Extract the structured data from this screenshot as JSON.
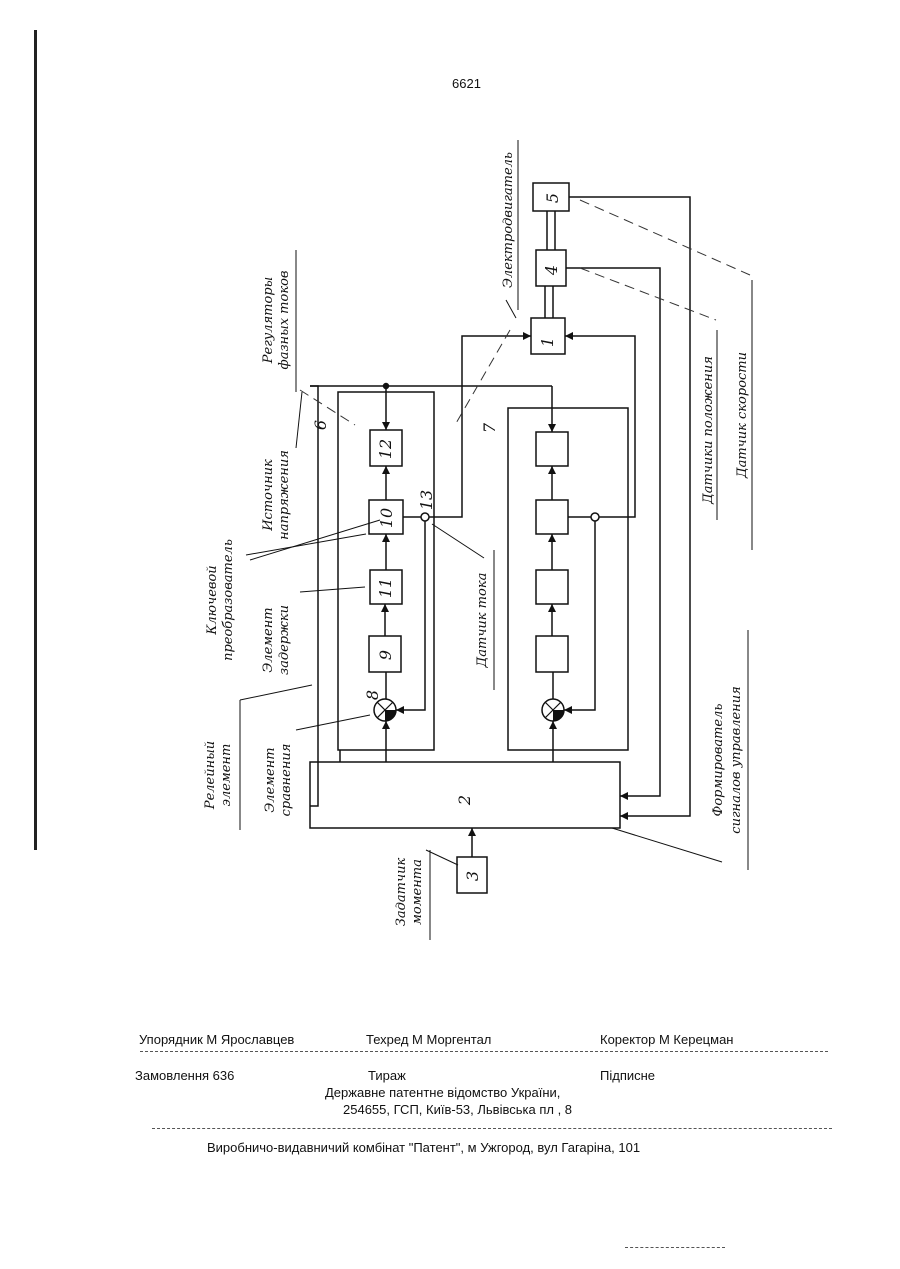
{
  "page_number": "6621",
  "blocks": {
    "b1": "1",
    "b2": "2",
    "b3": "3",
    "b4": "4",
    "b5": "5",
    "b9": "9",
    "b10": "10",
    "b11": "11",
    "b12": "12",
    "ref6": "6",
    "ref7": "7",
    "ref8": "8",
    "ref13": "13"
  },
  "labels": {
    "motor_line1": "Электродвигатель",
    "regulators_line1": "Регуляторы",
    "regulators_line2": "фазных токов",
    "voltage_line1": "Источник",
    "voltage_line2": "напряжения",
    "converter_line1": "Ключевой",
    "converter_line2": "преобразователь",
    "delay_line1": "Элемент",
    "delay_line2": "задержки",
    "relay_line1": "Релейный",
    "relay_line2": "элемент",
    "compare_line1": "Элемент",
    "compare_line2": "сравнения",
    "current_sensor": "Датчик тока",
    "position_sensors": "Датчики положения",
    "speed_sensor": "Датчик скорости",
    "former_line1": "Формирователь",
    "former_line2": "сигналов управления",
    "setter_line1": "Задатчик",
    "setter_line2": "момента"
  },
  "footer": {
    "compiler": "Упорядник  М  Ярославцев",
    "techred": "Техред М Моргентал",
    "corrector": "Коректор  М  Керецман",
    "order": "Замовлення  636",
    "circulation": "Тираж",
    "signed": "Підписне",
    "office_line1": "Державне  патентне  відомство  України,",
    "office_line2": "254655, ГСП, Київ-53, Львівська пл , 8",
    "publisher": "Виробничо-видавничий комбінат   \"Патент\", м  Ужгород, вул Гагаріна, 101"
  }
}
